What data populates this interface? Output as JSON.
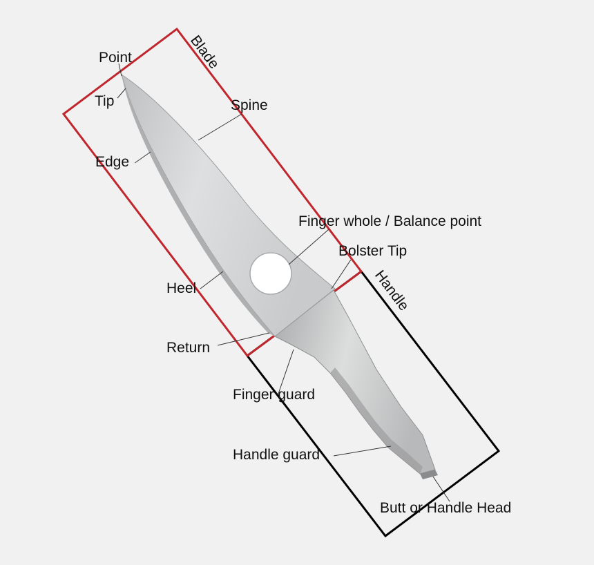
{
  "diagram": {
    "section_labels": {
      "blade": "Blade",
      "handle": "Handle"
    },
    "part_labels": {
      "point": "Point",
      "tip": "Tip",
      "spine": "Spine",
      "edge": "Edge",
      "finger_hole": "Finger whole / Balance point",
      "bolster_tip": "Bolster Tip",
      "heel": "Heel",
      "return": "Return",
      "finger_guard": "Finger guard",
      "handle_guard": "Handle guard",
      "butt": "Butt or Handle Head"
    },
    "colors": {
      "background": "#f1f1f1",
      "blade_outline": "#c0272d",
      "handle_outline": "#000000",
      "steel": "#d4d5d6",
      "label_text": "#111111"
    }
  }
}
